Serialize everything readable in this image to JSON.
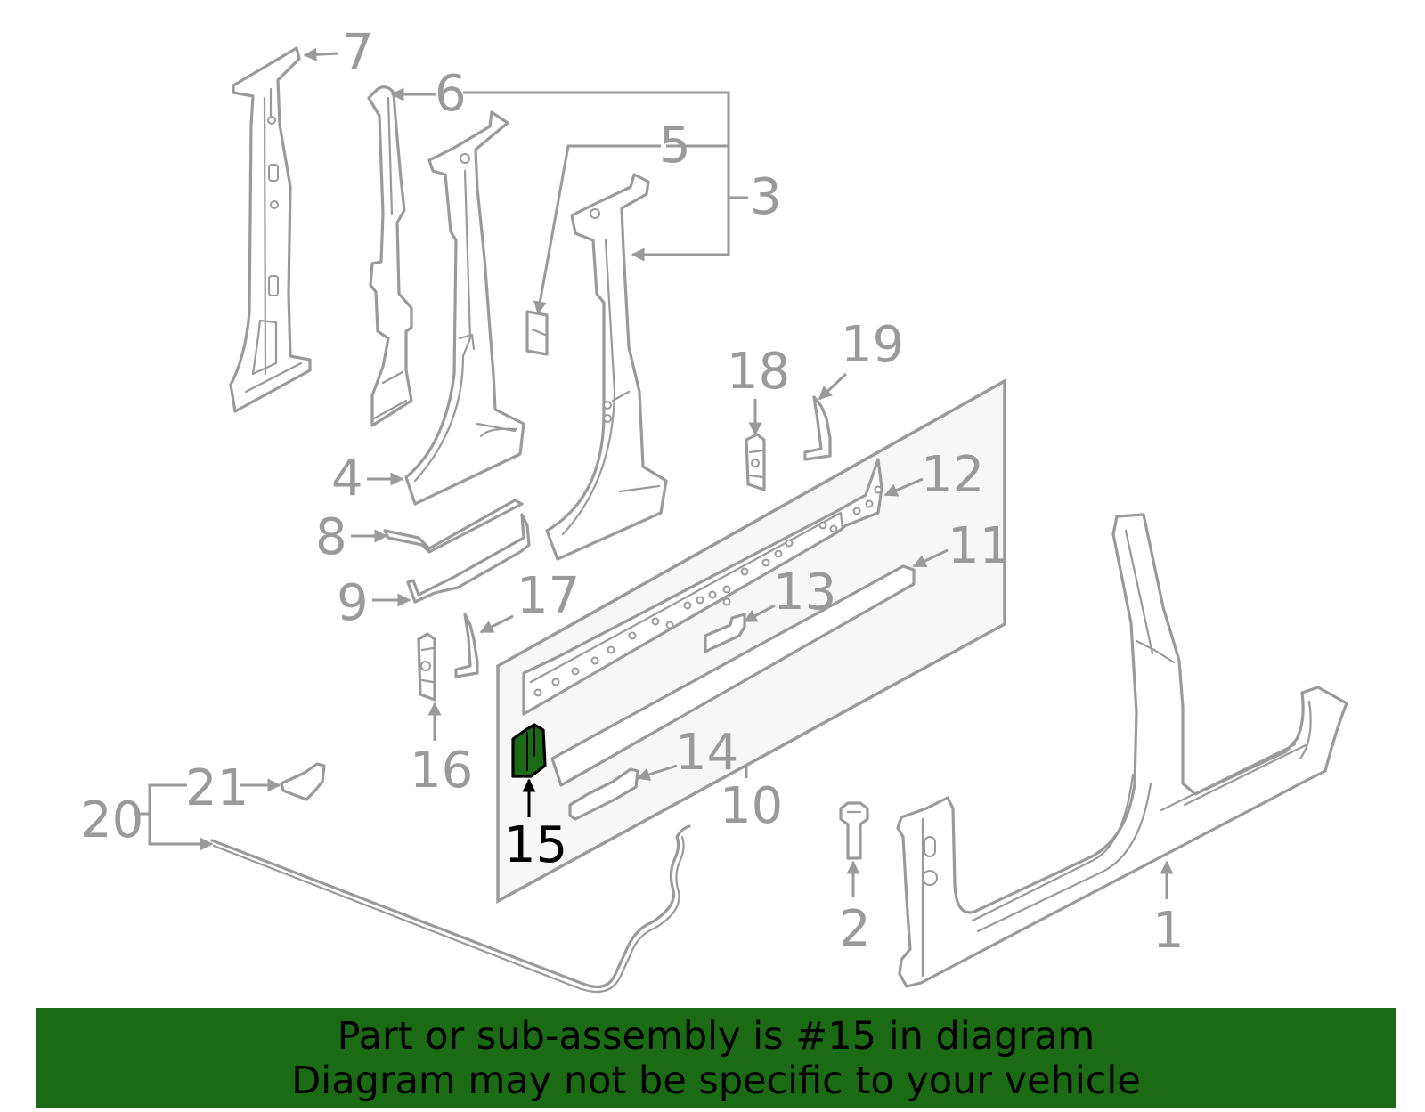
{
  "banner": {
    "line1": "Part or sub-assembly is #15 in diagram",
    "line2": "Diagram may not be specific to your vehicle"
  },
  "callouts": {
    "c1": "1",
    "c2": "2",
    "c3": "3",
    "c4": "4",
    "c5": "5",
    "c6": "6",
    "c7": "7",
    "c8": "8",
    "c9": "9",
    "c10": "10",
    "c11": "11",
    "c12": "12",
    "c13": "13",
    "c14": "14",
    "c15": "15",
    "c16": "16",
    "c17": "17",
    "c18": "18",
    "c19": "19",
    "c20": "20",
    "c21": "21"
  },
  "highlighted_part": "15",
  "colors": {
    "highlight": "#1a6b13",
    "line_art": "#9a9a9a",
    "highlight_label": "#000000",
    "background": "#ffffff"
  }
}
